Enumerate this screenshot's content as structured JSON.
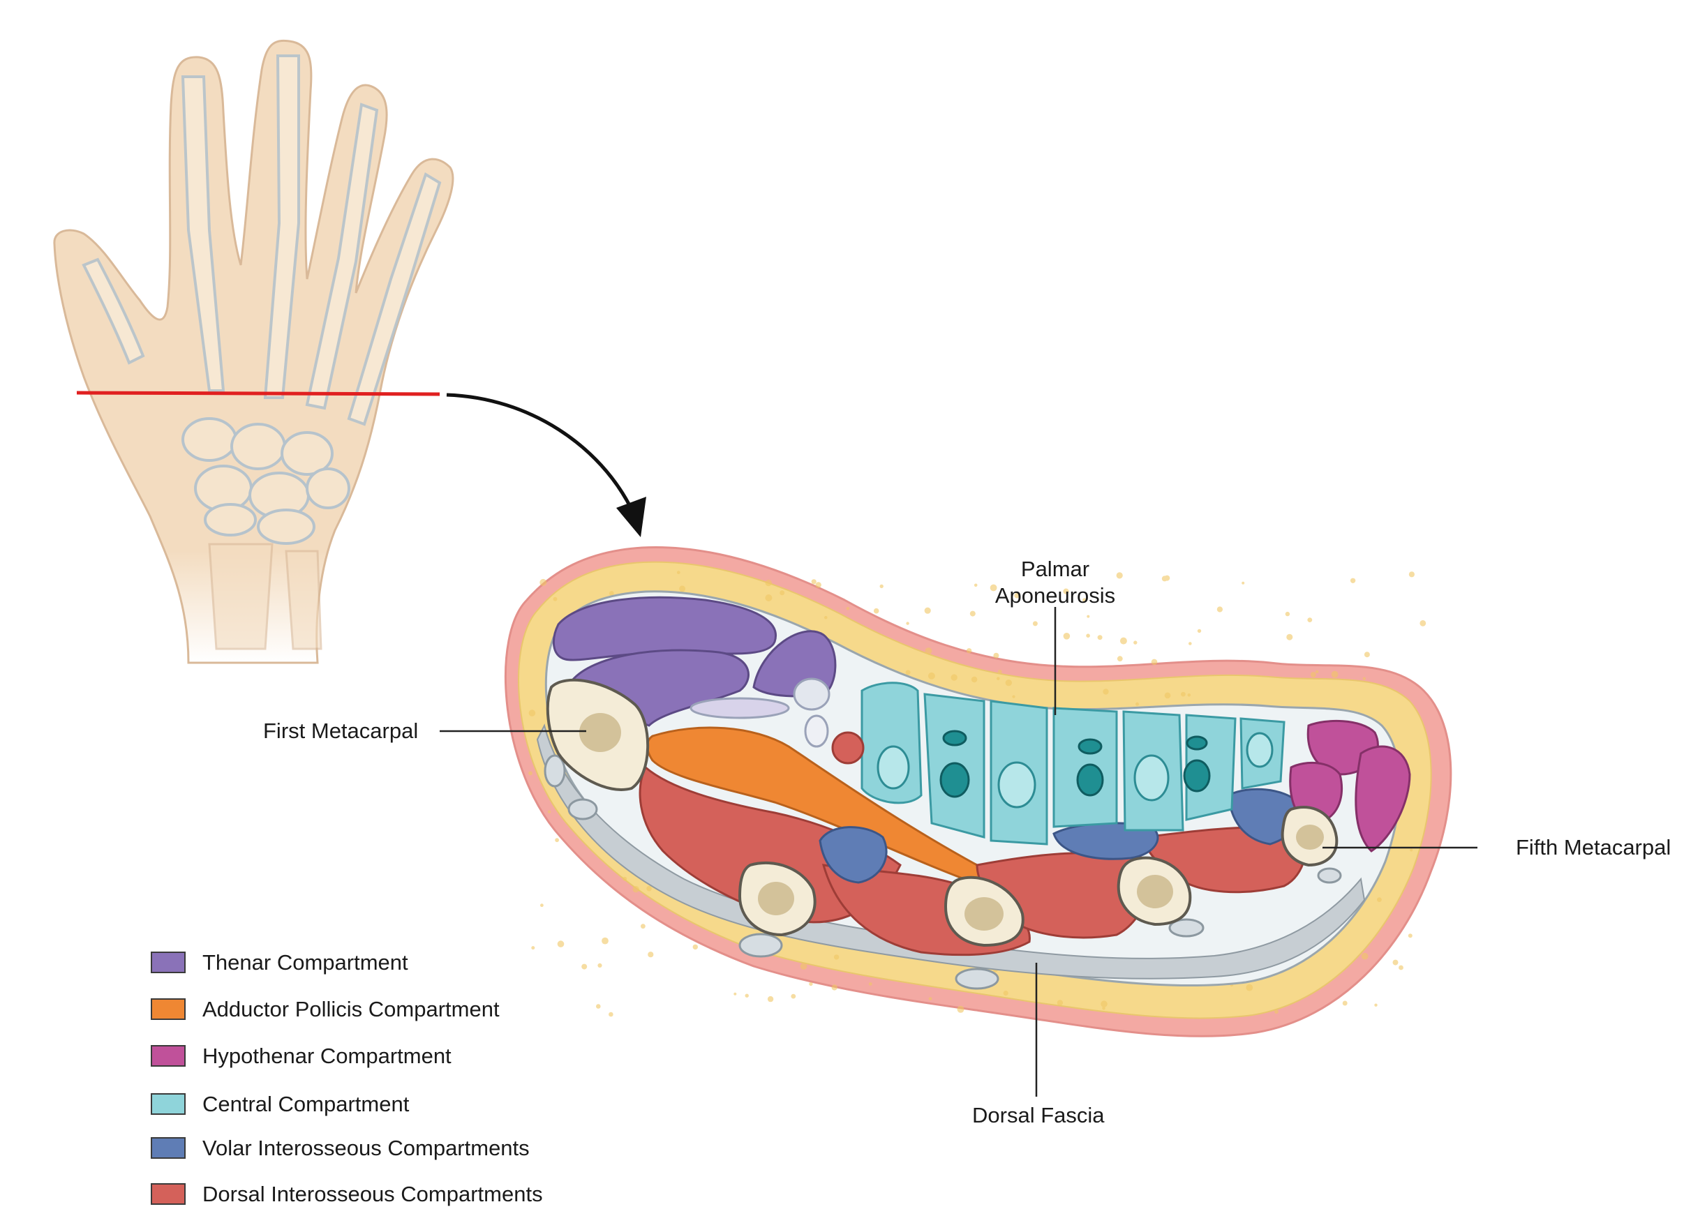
{
  "labels": {
    "palmar_line1": "Palmar",
    "palmar_line2": "Aponeurosis",
    "first_metacarpal": "First Metacarpal",
    "fifth_metacarpal": "Fifth Metacarpal",
    "dorsal_fascia": "Dorsal Fascia"
  },
  "legend": [
    {
      "label": "Thenar Compartment",
      "color": "#8a72b8"
    },
    {
      "label": "Adductor Pollicis Compartment",
      "color": "#ef8733"
    },
    {
      "label": "Hypothenar Compartment",
      "color": "#c0519a"
    },
    {
      "label": "Central Compartment",
      "color": "#8fd4da"
    },
    {
      "label": "Volar Interosseous Compartments",
      "color": "#5f7db5"
    },
    {
      "label": "Dorsal Interosseous Compartments",
      "color": "#d4615a"
    }
  ],
  "colors": {
    "cut_line": "#e02020",
    "skin": "#f3a9a3",
    "fat": "#f6d98b",
    "fascia": "#c7ced3",
    "bone": "#f4ecd7",
    "hand": "#f3dcc0"
  }
}
